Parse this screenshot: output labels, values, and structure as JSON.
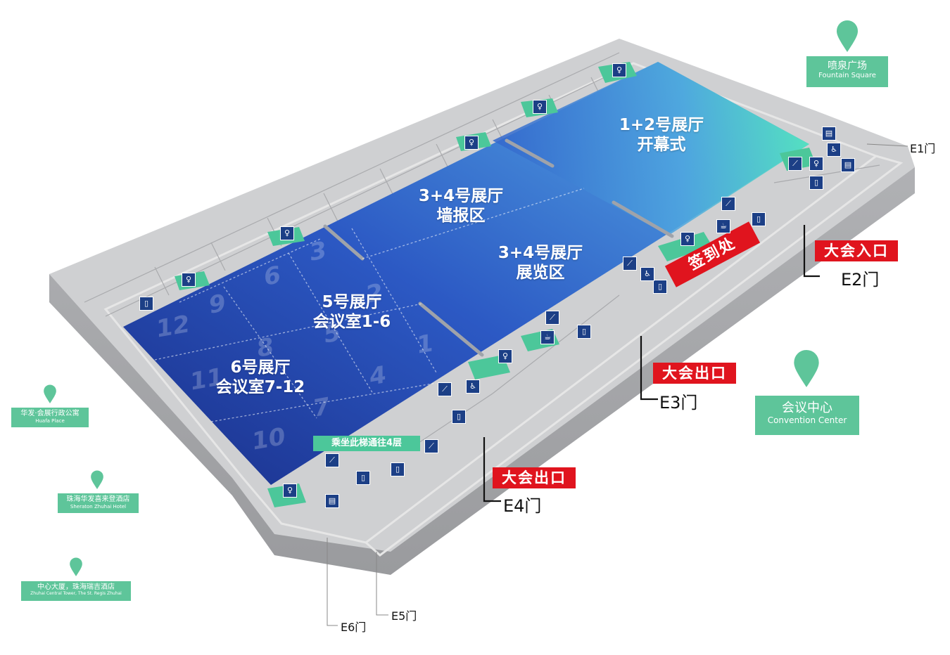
{
  "halls": {
    "hall12": {
      "line1": "1+2号展厅",
      "line2": "开幕式"
    },
    "hall34wall": {
      "line1": "3+4号展厅",
      "line2": "墙报区"
    },
    "hall34exhibit": {
      "line1": "3+4号展厅",
      "line2": "展览区"
    },
    "hall5": {
      "line1": "5号展厅",
      "line2": "会议室1-6"
    },
    "hall6": {
      "line1": "6号展厅",
      "line2": "会议室7-12"
    }
  },
  "room_numbers": [
    "12",
    "9",
    "6",
    "3",
    "11",
    "8",
    "5",
    "2",
    "1",
    "4",
    "7",
    "10"
  ],
  "signin": "签到处",
  "escalator_note": "乘坐此梯通往4层",
  "entrance_labels": {
    "e2_tag": "大会入口",
    "e3_tag": "大会出口",
    "e4_tag": "大会出口"
  },
  "doors": {
    "e1": "E1门",
    "e2": "E2门",
    "e3": "E3门",
    "e4": "E4门",
    "e5": "E5门",
    "e6": "E6门"
  },
  "landmarks": {
    "fountain": {
      "cn": "喷泉广场",
      "en": "Fountain Square"
    },
    "convention": {
      "cn": "会议中心",
      "en": "Convention Center"
    },
    "huafa": {
      "cn": "华发·会展行政公寓",
      "en": "Huafa Place"
    },
    "sheraton": {
      "cn": "珠海华发喜来登酒店",
      "en": "Sheraton Zhuhai Hotel"
    },
    "central": {
      "cn": "中心大厦，珠海瑞吉酒店",
      "en": "Zhuhai Central Tower, The St. Regis Zhuhai"
    }
  },
  "colors": {
    "hall_blue_dark": "#1d3a9c",
    "hall_blue_light": "#4a8fd8",
    "hall_teal": "#4ee3bc",
    "floor_gray": "#c8c9cb",
    "label_green": "#5ec59a",
    "tag_red": "#e0141e"
  }
}
